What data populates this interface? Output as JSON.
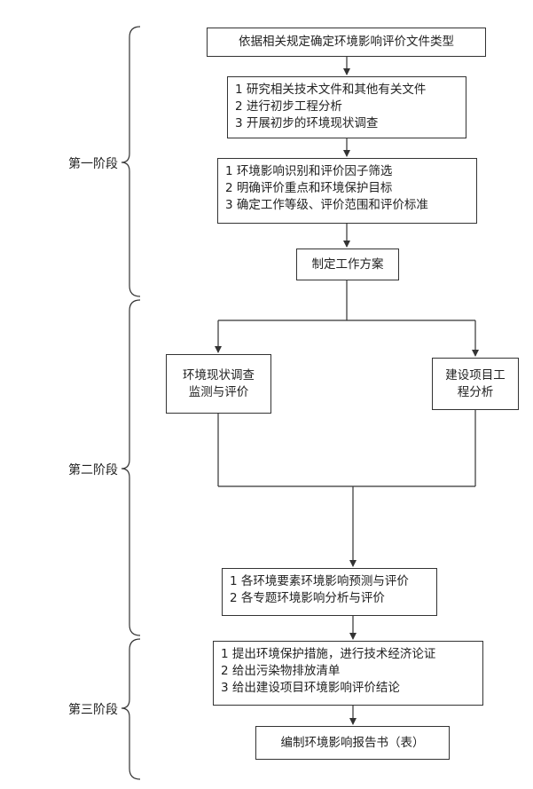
{
  "stages": [
    {
      "label": "第一阶段"
    },
    {
      "label": "第二阶段"
    },
    {
      "label": "第三阶段"
    }
  ],
  "boxes": {
    "determine": "依据相关规定确定环境影响评价文件类型",
    "prelim": [
      "1 研究相关技术文件和其他有关文件",
      "2 进行初步工程分析",
      "3 开展初步的环境现状调查"
    ],
    "identify": [
      "1 环境影响识别和评价因子筛选",
      "2 明确评价重点和环境保护目标",
      "3 确定工作等级、评价范围和评价标准"
    ],
    "plan": "制定工作方案",
    "survey": [
      "环境现状调查",
      "监测与评价"
    ],
    "engineering": [
      "建设项目工",
      "程分析"
    ],
    "predict": [
      "1 各环境要素环境影响预测与评价",
      "2 各专题环境影响分析与评价"
    ],
    "measures": [
      "1 提出环境保护措施，进行技术经济论证",
      "2 给出污染物排放清单",
      "3 给出建设项目环境影响评价结论"
    ],
    "report": "编制环境影响报告书（表）"
  }
}
